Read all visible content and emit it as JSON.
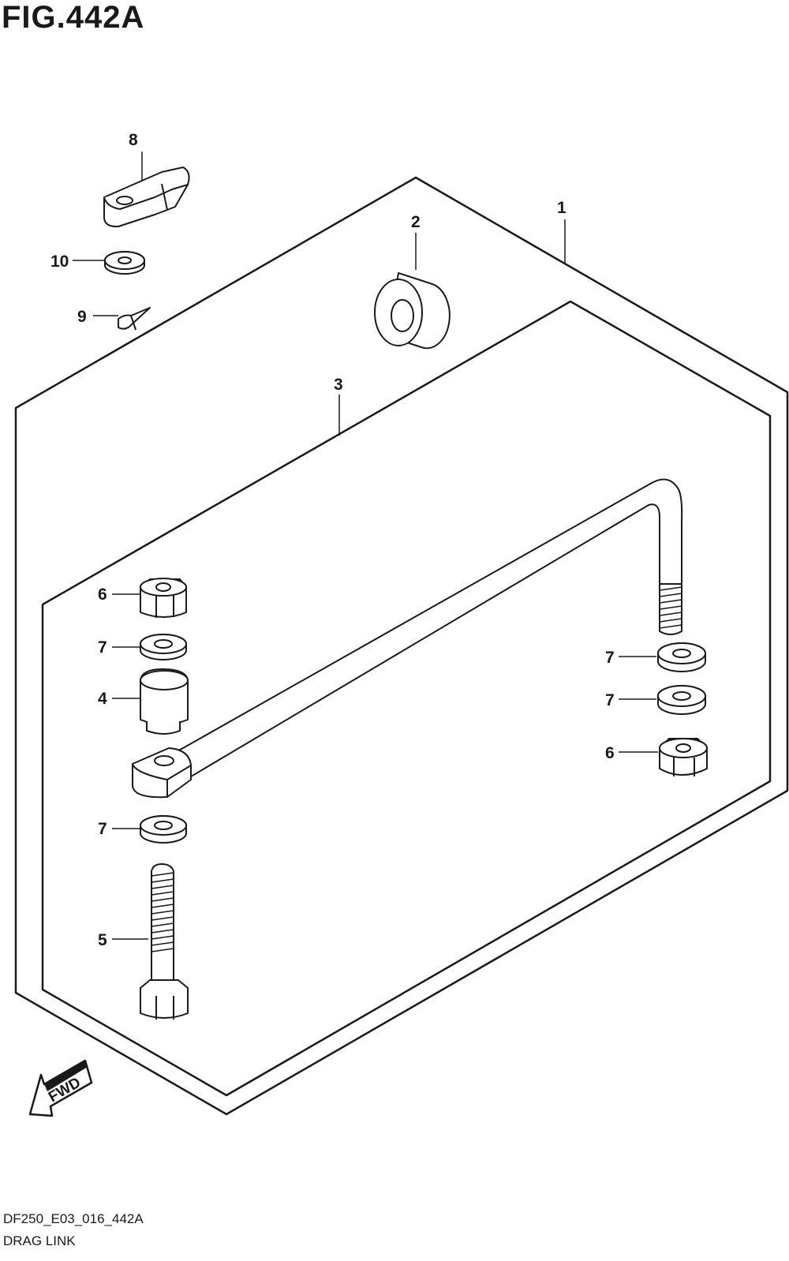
{
  "figure": {
    "title": "FIG.442A",
    "code": "DF250_E03_016_442A",
    "name": "DRAG LINK",
    "fwd_label": "FWD"
  },
  "callouts": [
    {
      "id": "callout-1",
      "label": "1",
      "part": "drag-link-assy"
    },
    {
      "id": "callout-2",
      "label": "2",
      "part": "bushing"
    },
    {
      "id": "callout-3",
      "label": "3",
      "part": "drag-link-rod"
    },
    {
      "id": "callout-4",
      "label": "4",
      "part": "collar"
    },
    {
      "id": "callout-5",
      "label": "5",
      "part": "bolt"
    },
    {
      "id": "callout-6a",
      "label": "6",
      "part": "nut-left"
    },
    {
      "id": "callout-6b",
      "label": "6",
      "part": "nut-right"
    },
    {
      "id": "callout-7a",
      "label": "7",
      "part": "washer-left-upper"
    },
    {
      "id": "callout-7b",
      "label": "7",
      "part": "washer-left-lower"
    },
    {
      "id": "callout-7c",
      "label": "7",
      "part": "washer-right-upper"
    },
    {
      "id": "callout-7d",
      "label": "7",
      "part": "washer-right-middle"
    },
    {
      "id": "callout-8",
      "label": "8",
      "part": "link-end"
    },
    {
      "id": "callout-9",
      "label": "9",
      "part": "cotter-pin"
    },
    {
      "id": "callout-10",
      "label": "10",
      "part": "washer"
    }
  ]
}
